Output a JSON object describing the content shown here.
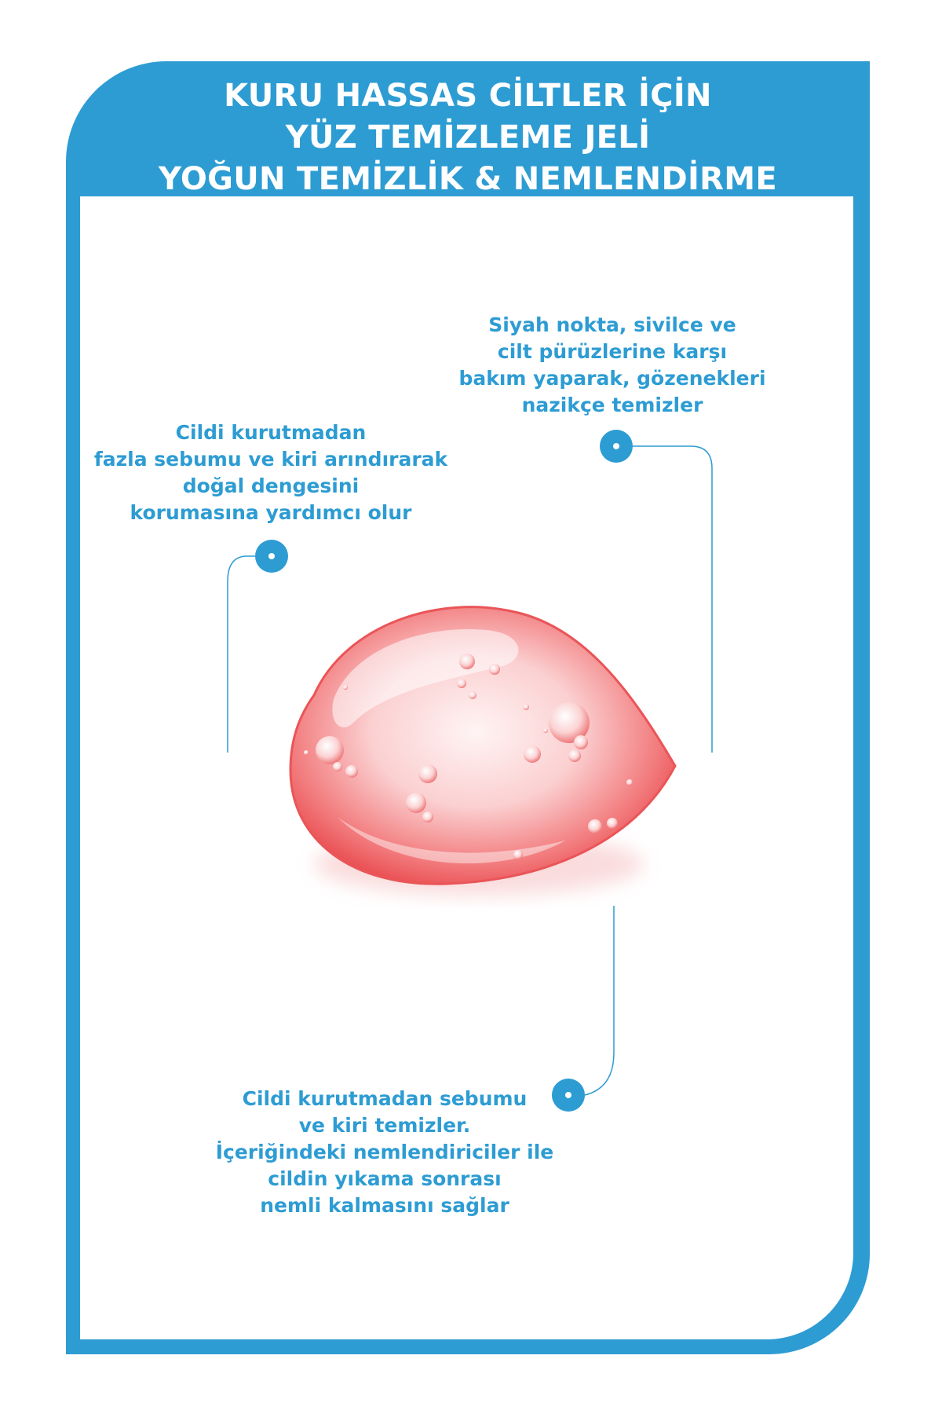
{
  "header": {
    "line1": "KURU HASSAS CİLTLER İÇİN",
    "line2": "YÜZ TEMİZLEME JELİ",
    "line3": "YOĞUN TEMİZLİK & NEMLENDİRME"
  },
  "callouts": [
    {
      "lines": [
        "Siyah nokta, sivilce ve",
        "cilt pürüzlerine karşı",
        "bakım  yaparak, gözenekleri",
        "nazikçe temizler"
      ]
    },
    {
      "lines": [
        "Cildi kurutmadan",
        "fazla sebumu ve kiri arındırarak",
        "doğal dengesini",
        "korumasına yardımcı olur"
      ]
    },
    {
      "lines": [
        "Cildi kurutmadan sebumu",
        "ve kiri temizler.",
        "İçeriğindeki nemlendiriciler ile",
        "cildin yıkama sonrası",
        "nemli kalmasını sağlar"
      ]
    }
  ],
  "colors": {
    "brand_blue": "#2d9cd3",
    "gel_red": "#ef5a5c"
  },
  "icons": {
    "marker": "dot-marker-icon",
    "product": "gel-drop-icon"
  }
}
